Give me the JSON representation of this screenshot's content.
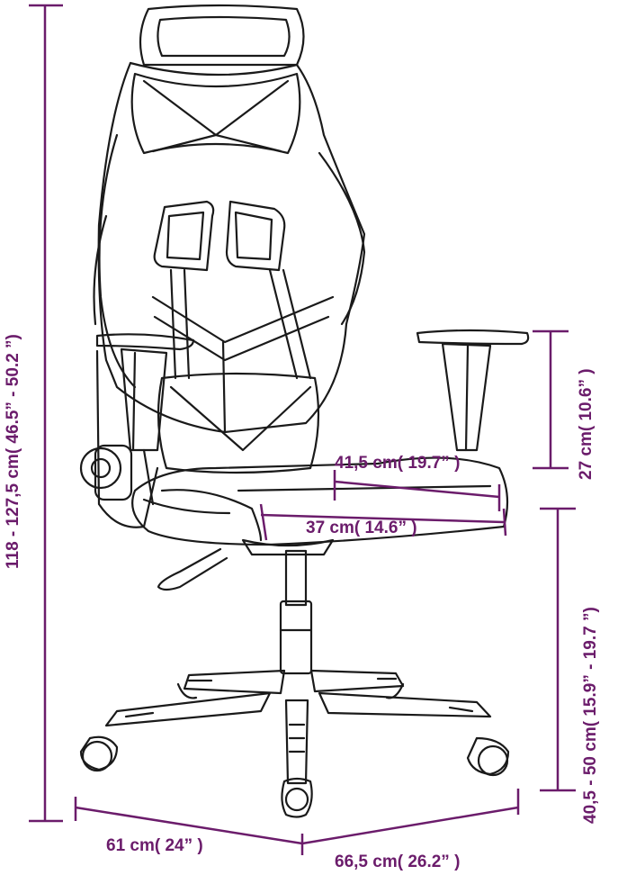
{
  "colors": {
    "dimension": "#6b1c6b",
    "line_art": "#1a1a1a"
  },
  "labels": {
    "total_height": "118 - 127,5 cm( 46.5” - 50.2 ”)",
    "armrest_height": "27 cm( 10.6” )",
    "seat_height": "40,5 - 50 cm( 15.9” - 19.7 ”)",
    "seat_width": "41,5 cm( 19.7” )",
    "seat_depth": "37 cm( 14.6” )",
    "base_depth": "61 cm( 24” )",
    "base_width": "66,5 cm( 26.2” )"
  },
  "icons": [
    "gaming-chair-illustration"
  ]
}
